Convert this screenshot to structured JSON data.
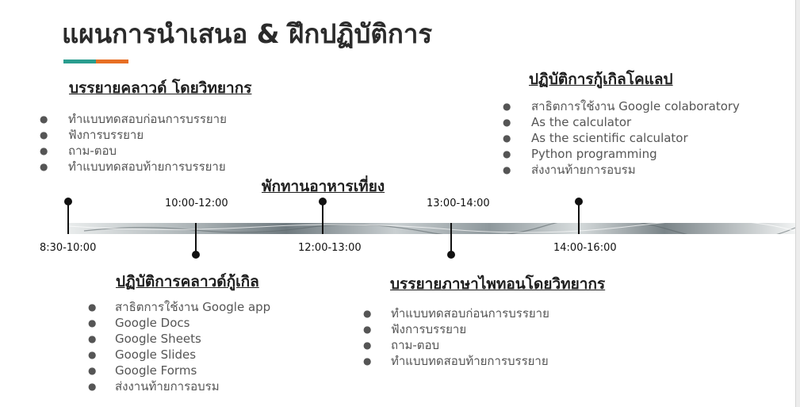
{
  "title": "แผนการนำเสนอ & ฝึกปฏิบัติการ",
  "colors": {
    "accent_teal": "#2a9d8f",
    "accent_orange": "#e76f24",
    "band_light": "#f1f3f3",
    "band_dark": "#6f7a7f"
  },
  "sections": {
    "lecture_cloud": {
      "heading": "บรรยายคลาวด์ โดยวิทยากร",
      "items": [
        "ทำแบบทดสอบก่อนการบรรยาย",
        "ฟังการบรรยาย",
        "ถาม-ตอบ",
        "ทำแบบทดสอบท้ายการบรรยาย"
      ]
    },
    "lunch": {
      "heading": "พักทานอาหารเที่ยง"
    },
    "practice_colab": {
      "heading": "ปฏิบัติการกู้เกิลโคแลป",
      "items": [
        "สาธิตการใช้งาน Google colaboratory",
        "As the calculator",
        "As the scientific calculator",
        "Python programming",
        "ส่งงานท้ายการอบรม"
      ]
    },
    "practice_cloud": {
      "heading": "ปฏิบัติการคลาวด์กู้เกิล",
      "items": [
        "สาธิตการใช้งาน Google app",
        "Google Docs",
        "Google Sheets",
        "Google Slides",
        "Google Forms",
        "ส่งงานท้ายการอบรม"
      ]
    },
    "lecture_python": {
      "heading": "บรรยายภาษาไพทอนโดยวิทยากร",
      "items": [
        "ทำแบบทดสอบก่อนการบรรยาย",
        "ฟังการบรรยาย",
        "ถาม-ตอบ",
        "ทำแบบทดสอบท้ายการบรรยาย"
      ]
    }
  },
  "timeline": {
    "t1": "8:30-10:00",
    "t2": "10:00-12:00",
    "t3": "12:00-13:00",
    "t4": "13:00-14:00",
    "t5": "14:00-16:00"
  }
}
